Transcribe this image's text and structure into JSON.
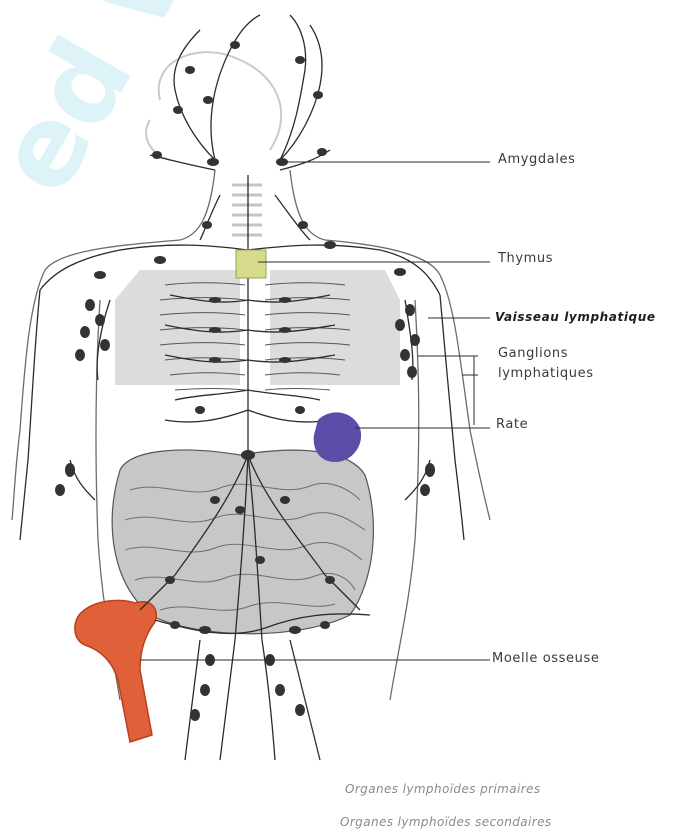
{
  "labels": {
    "tonsils": "Amygdales",
    "thymus": "Thymus",
    "lymph_vessel": "Vaisseau lymphatique",
    "lymph_nodes_line1": "Ganglions",
    "lymph_nodes_line2": "lymphatiques",
    "spleen": "Rate",
    "bone_marrow": "Moelle osseuse"
  },
  "legend": {
    "primary": "Organes lymphoïdes primaires",
    "secondary": "Organes lymphoïdes secondaires"
  },
  "watermark": "ed with",
  "colors": {
    "thymus": "#d6dc8c",
    "spleen": "#5a4ea8",
    "bone": "#e0603a",
    "organs_gray": "#d8d8d8",
    "intestine": "#bcbcbc",
    "node": "#333333",
    "line": "#2b2b2b"
  }
}
